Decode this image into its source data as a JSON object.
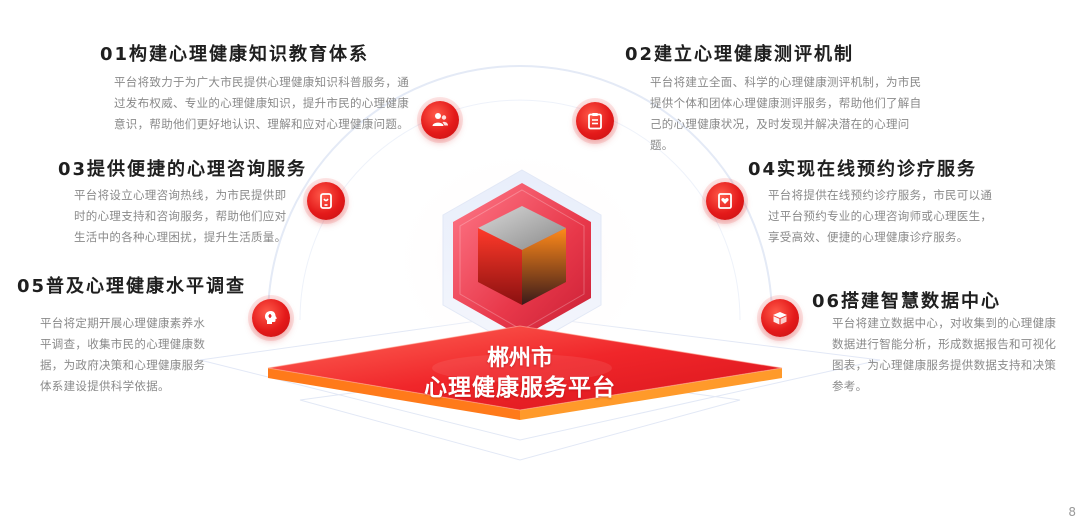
{
  "center": {
    "line1": "郴州市",
    "line2": "心理健康服务平台"
  },
  "items": [
    {
      "title": "01构建心理健康知识教育体系",
      "desc": "平台将致力于为广大市民提供心理健康知识科普服务，通过发布权威、专业的心理健康知识，提升市民的心理健康意识，帮助他们更好地认识、理解和应对心理健康问题。",
      "icon": "people-icon"
    },
    {
      "title": "02建立心理健康测评机制",
      "desc": "平台将建立全面、科学的心理健康测评机制，为市民提供个体和团体心理健康测评服务，帮助他们了解自己的心理健康状况，及时发现并解决潜在的心理问题。",
      "icon": "clipboard-icon"
    },
    {
      "title": "03提供便捷的心理咨询服务",
      "desc": "平台将设立心理咨询热线，为市民提供即时的心理支持和咨询服务，帮助他们应对生活中的各种心理困扰，提升生活质量。",
      "icon": "phone-icon"
    },
    {
      "title": "04实现在线预约诊疗服务",
      "desc": "平台将提供在线预约诊疗服务，市民可以通过平台预约专业的心理咨询师或心理医生，享受高效、便捷的心理健康诊疗服务。",
      "icon": "heart-check-icon"
    },
    {
      "title": "05普及心理健康水平调查",
      "desc": "平台将定期开展心理健康素养水平调查，收集市民的心理健康数据，为政府决策和心理健康服务体系建设提供科学依据。",
      "icon": "brain-icon"
    },
    {
      "title": "06搭建智慧数据中心",
      "desc": "平台将建立数据中心，对收集到的心理健康数据进行智能分析，形成数据报告和可视化图表，为心理健康服务提供数据支持和决策参考。",
      "icon": "box-icon"
    }
  ],
  "page_number": "8",
  "colors": {
    "accent": "#e41a1a",
    "orange": "#ff7a1a",
    "title": "#1f1f1f",
    "desc": "#8a8a8a"
  }
}
